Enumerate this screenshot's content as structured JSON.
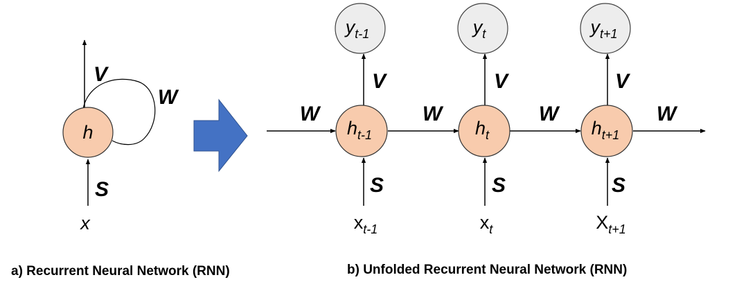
{
  "folded": {
    "hidden": "h",
    "input": "x",
    "weights": {
      "input": "S",
      "output": "V",
      "recurrent": "W"
    }
  },
  "unfolded": {
    "steps": [
      {
        "output": "y",
        "output_sub": "t-1",
        "hidden": "h",
        "hidden_sub": "t-1",
        "input": "x",
        "input_sub": "t-1"
      },
      {
        "output": "y",
        "output_sub": "t",
        "hidden": "h",
        "hidden_sub": "t",
        "input": "x",
        "input_sub": "t"
      },
      {
        "output": "y",
        "output_sub": "t+1",
        "hidden": "h",
        "hidden_sub": "t+1",
        "input": "X",
        "input_sub": "t+1"
      }
    ],
    "weights": {
      "input": "S",
      "output": "V",
      "recurrent": "W"
    }
  },
  "captions": {
    "a": "a) Recurrent Neural Network (RNN)",
    "b": "b) Unfolded Recurrent Neural Network (RNN)"
  },
  "colors": {
    "hidden_fill": "#F8CBAD",
    "hidden_stroke": "#333333",
    "output_fill": "#EDEDED",
    "output_stroke": "#404040",
    "arrow_fill": "#4472C4"
  }
}
